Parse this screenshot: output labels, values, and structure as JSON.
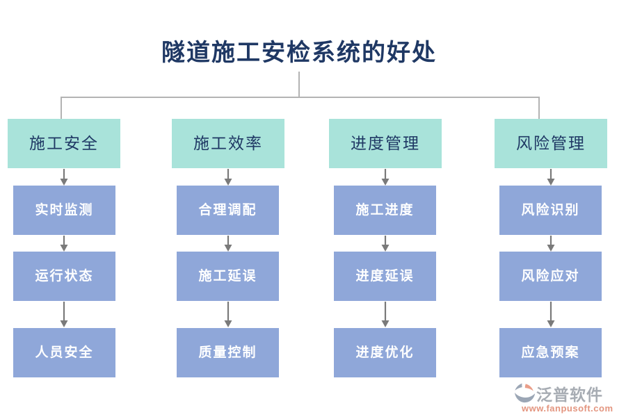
{
  "title": "隧道施工安检系统的好处",
  "diagram": {
    "type": "tree-flowchart",
    "columns": [
      {
        "header": "施工安全",
        "items": [
          "实时监测",
          "运行状态",
          "人员安全"
        ]
      },
      {
        "header": "施工效率",
        "items": [
          "合理调配",
          "施工延误",
          "质量控制"
        ]
      },
      {
        "header": "进度管理",
        "items": [
          "施工进度",
          "进度延误",
          "进度优化"
        ]
      },
      {
        "header": "风险管理",
        "items": [
          "风险识别",
          "风险应对",
          "应急预案"
        ]
      }
    ]
  },
  "branding": {
    "name": "泛普软件",
    "url": "www.fanpusoft.com",
    "logo_icon": "fanpu-circle-swoosh-icon"
  },
  "colors": {
    "header_bg": "#A9E3DA",
    "box_bg": "#8FA7D9",
    "title_text": "#1F3864",
    "header_text": "#1F3864",
    "box_text": "#FFFFFF",
    "connector_line": "#B3B3B3",
    "arrow": "#7A7A7A",
    "logo_gray": "#8E9AAB",
    "logo_salmon": "#E8927A",
    "logo_name_text": "#9BA1A9",
    "logo_url_text": "#E0876E"
  }
}
